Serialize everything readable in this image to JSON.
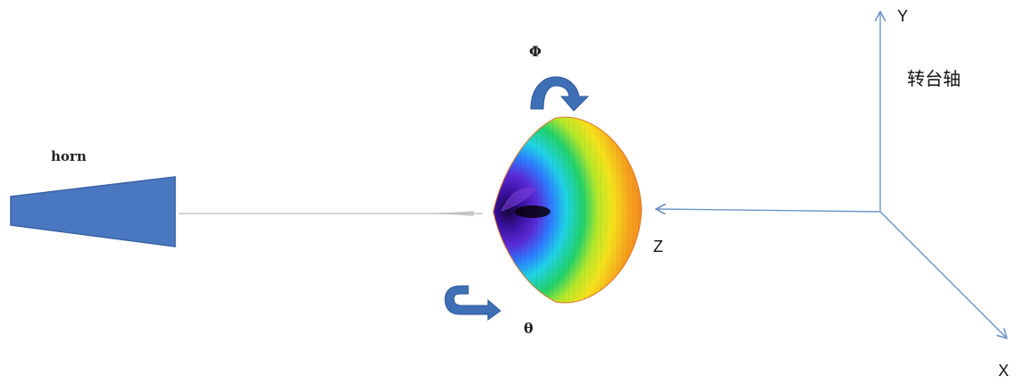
{
  "labels": {
    "horn": "horn",
    "phi": "Φ",
    "theta": "θ",
    "z_axis": "Z",
    "y_axis": "Y",
    "x_axis": "X",
    "turntable_axis": "转台轴"
  },
  "colors": {
    "horn_fill": "#4a78c0",
    "horn_stroke": "#3b62a3",
    "rotation_arrow": "#3f6fb5",
    "axis_line": "#6e94c8",
    "beam_line": "#c8c8c8",
    "pattern_gradient": [
      "#2a0a6e",
      "#5a2bd6",
      "#2e7bff",
      "#1fd3e6",
      "#22d16a",
      "#b6e82a",
      "#f5e21c",
      "#f6a21e",
      "#f07a1e"
    ]
  },
  "icons": {
    "phi_rotation": "curved-arrow-icon",
    "theta_rotation": "u-turn-arrow-icon",
    "radiation_pattern": "3d-radiation-pattern"
  }
}
